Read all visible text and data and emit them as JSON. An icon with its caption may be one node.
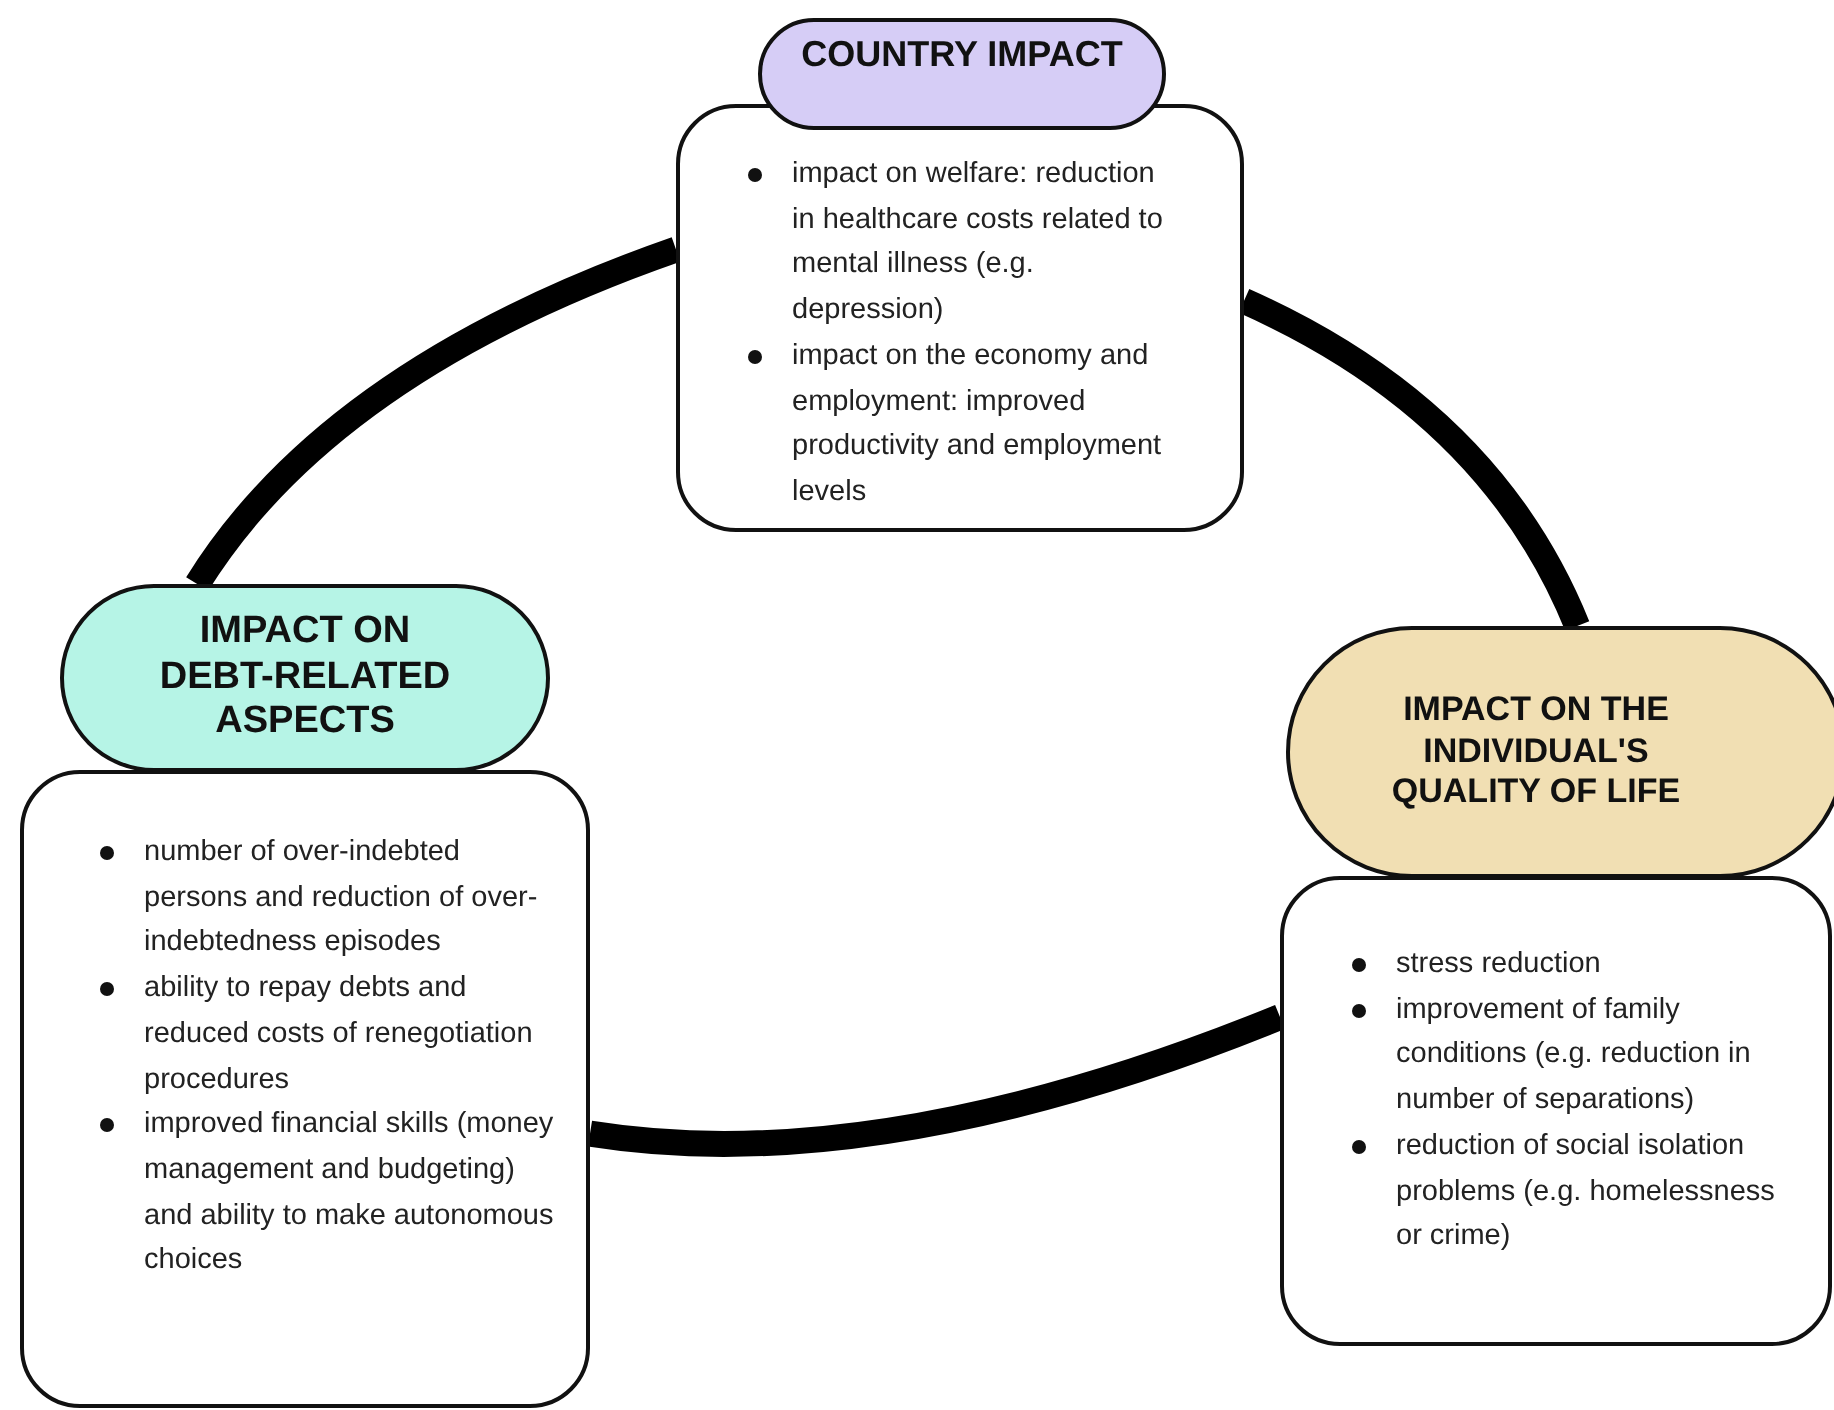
{
  "diagram": {
    "nodes": [
      {
        "text": [
          "COUNTRY IMPACT"
        ]
      },
      {
        "text": [
          "impact on welfare: reduction in healthcare costs related to mental illness (e.g. depression)",
          "impact on the economy and employment: improved productivity and employment levels"
        ]
      },
      {
        "text": [
          "IMPACT ON DEBT-RELATED ASPECTS"
        ]
      },
      {
        "text": [
          "number of over-indebted persons and reduction of over-indebtedness episodes",
          "ability to repay debts and reduced costs of renegotiation procedures",
          "improved financial skills (money management and budgeting) and ability to make autonomous choices"
        ]
      },
      {
        "text": [
          "IMPACT ON THE INDIVIDUAL'S QUALITY OF LIFE"
        ]
      },
      {
        "text": [
          "stress reduction",
          "improvement of family conditions (e.g. reduction in number of separations)",
          "reduction of social isolation problems (e.g. homelessness or crime)"
        ]
      }
    ],
    "edges": [
      {
        "from": 1,
        "to": 2,
        "arrow": "none"
      },
      {
        "from": 1,
        "to": 4,
        "arrow": "none"
      },
      {
        "from": 3,
        "to": 5,
        "arrow": "none"
      }
    ]
  }
}
